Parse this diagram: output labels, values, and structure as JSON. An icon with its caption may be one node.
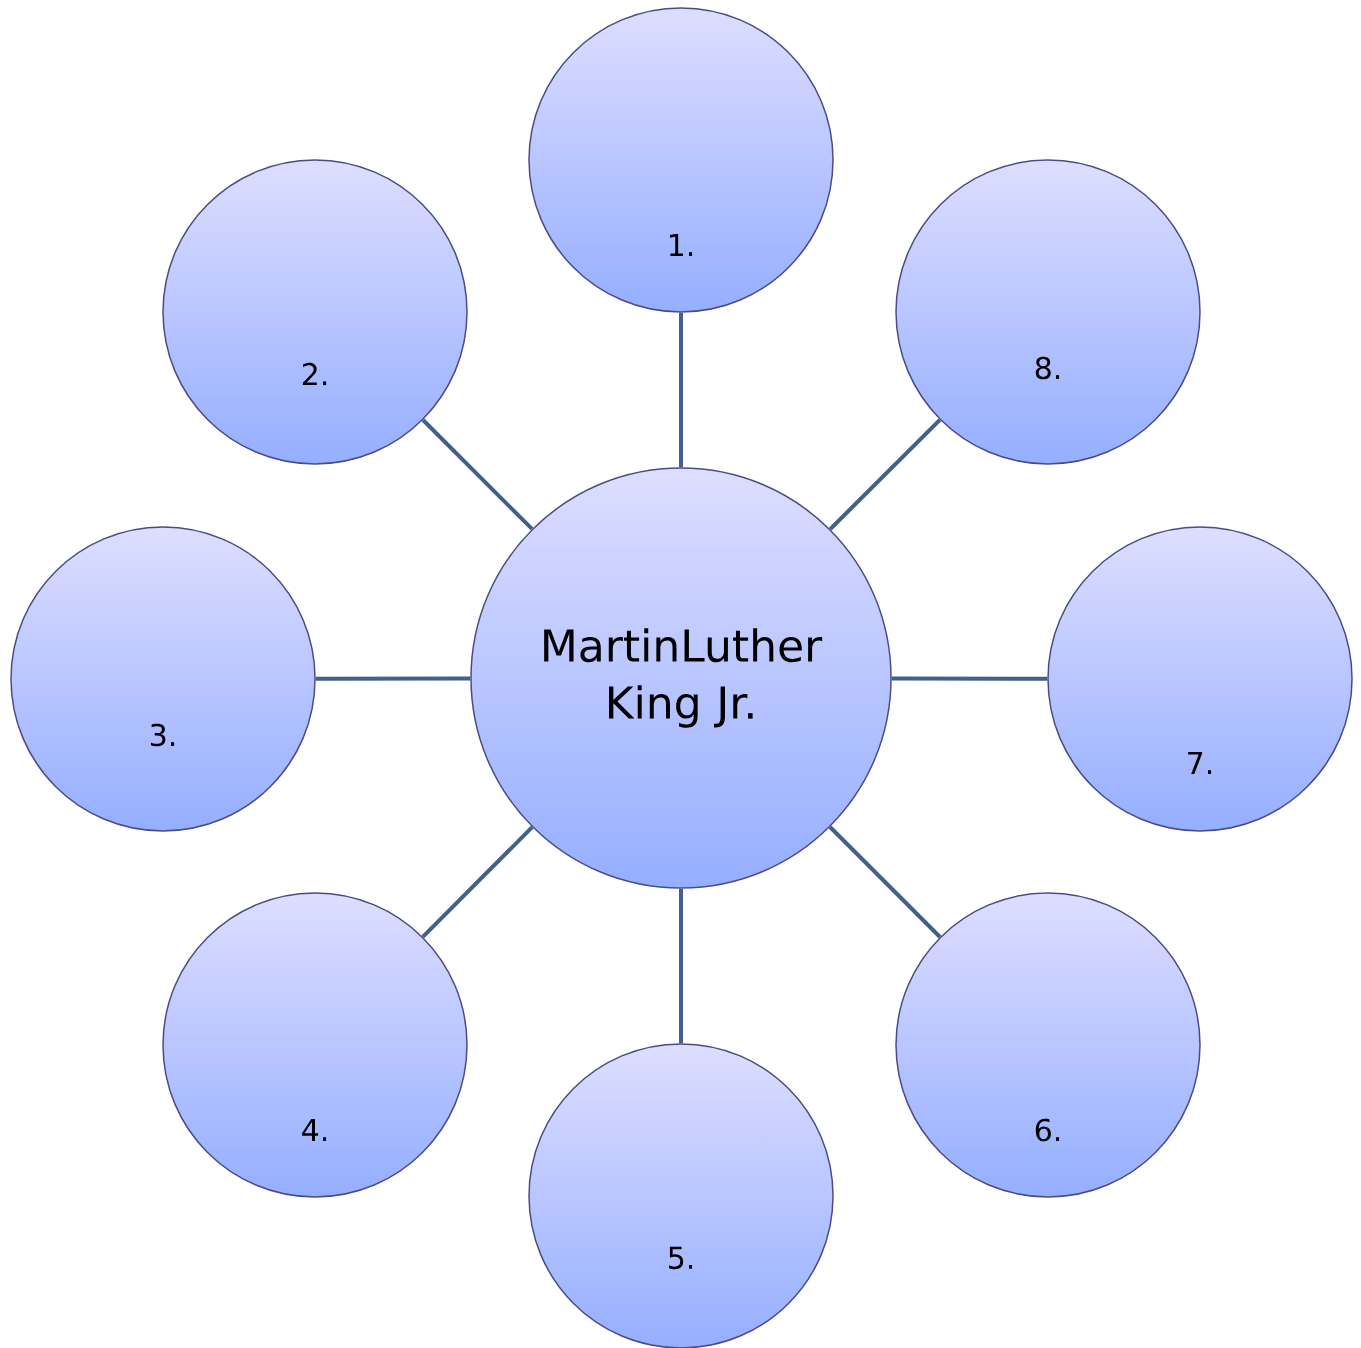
{
  "diagram": {
    "nodes": [
      {
        "text": [
          "MartinLuther King Jr."
        ]
      },
      {
        "text": [
          "1."
        ]
      },
      {
        "text": [
          "2."
        ]
      },
      {
        "text": [
          "3."
        ]
      },
      {
        "text": [
          "4."
        ]
      },
      {
        "text": [
          "5."
        ]
      },
      {
        "text": [
          "6."
        ]
      },
      {
        "text": [
          "7."
        ]
      },
      {
        "text": [
          "8."
        ]
      }
    ],
    "edges": [
      {
        "from": 0,
        "to": 1,
        "arrow": "none"
      },
      {
        "from": 0,
        "to": 2,
        "arrow": "none"
      },
      {
        "from": 0,
        "to": 3,
        "arrow": "none"
      },
      {
        "from": 0,
        "to": 4,
        "arrow": "none"
      },
      {
        "from": 0,
        "to": 5,
        "arrow": "none"
      },
      {
        "from": 0,
        "to": 6,
        "arrow": "none"
      },
      {
        "from": 0,
        "to": 7,
        "arrow": "none"
      },
      {
        "from": 0,
        "to": 8,
        "arrow": "none"
      }
    ]
  }
}
